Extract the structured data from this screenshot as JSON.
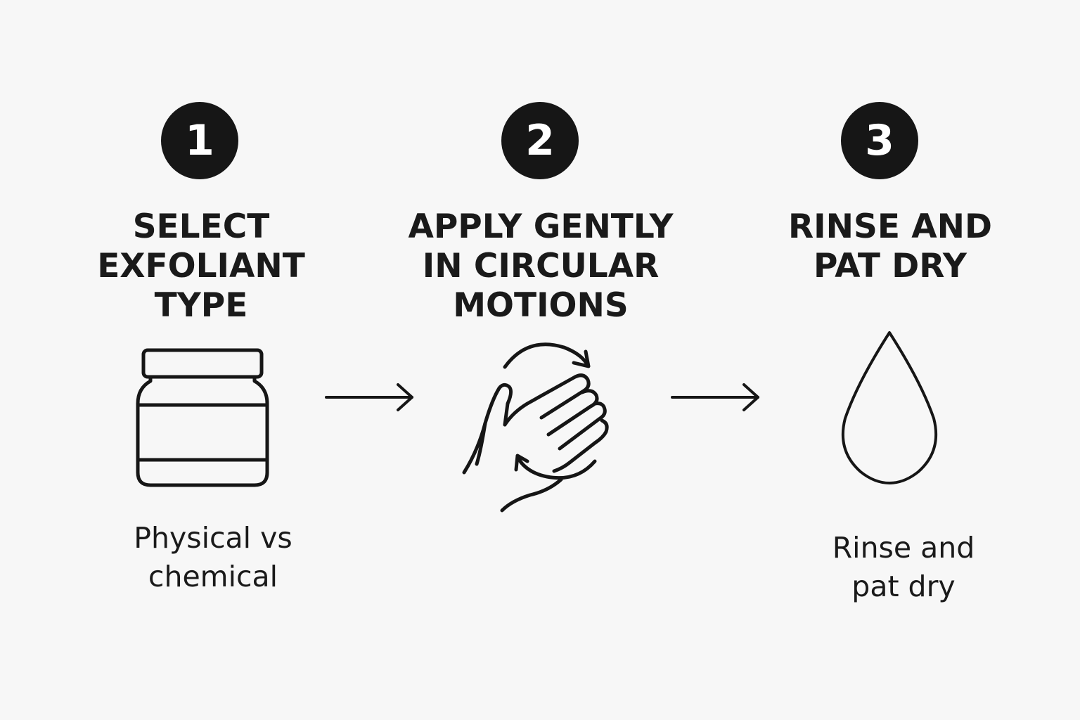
{
  "steps": [
    {
      "number": "1",
      "title": "SELECT\nEXFOLIANT\nTYPE",
      "description": "Physical vs\nchemical",
      "icon": "jar-icon"
    },
    {
      "number": "2",
      "title": "APPLY GENTLY\nIN CIRCULAR\nMOTIONS",
      "description": "",
      "icon": "hand-circular-motion-icon"
    },
    {
      "number": "3",
      "title": "RINSE AND\nPAT DRY",
      "description": "Rinse and\npat dry",
      "icon": "water-drop-icon"
    }
  ],
  "connectors": [
    "arrow-right-icon",
    "arrow-right-icon"
  ],
  "colors": {
    "background": "#f7f7f7",
    "ink": "#161616",
    "badge_text": "#ffffff"
  }
}
